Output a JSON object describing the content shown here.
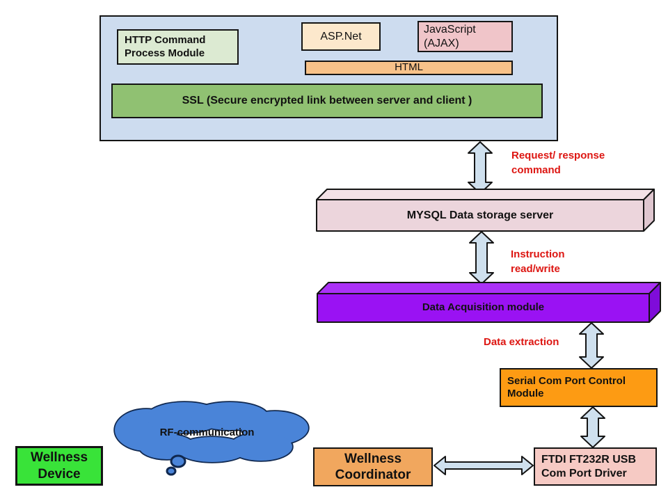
{
  "colors": {
    "container_bg": "#cddcef",
    "http_bg": "#dcead2",
    "asp_bg": "#fce8cc",
    "js_bg": "#f0c5c9",
    "html_bg": "#f8c289",
    "ssl_bg": "#90c172",
    "mysql_front": "#ecd5dc",
    "purple_front": "#9a12f3",
    "serial_bg": "#fd9b13",
    "ftdi_bg": "#f6cac4",
    "coordinator_bg": "#f1a75e",
    "device_bg": "#39e339",
    "cloud_fill": "#4a84d8",
    "arrow_fill": "#cfe0ee",
    "label_red": "#dd1612"
  },
  "web_server_stack": {
    "http_module": "HTTP Command\nProcess Module",
    "asp_net": "ASP.Net",
    "javascript": "JavaScript\n(AJAX)",
    "html_layer": "HTML",
    "ssl_layer": "SSL (Secure encrypted link between server and client )"
  },
  "nodes": {
    "mysql": "MYSQL Data storage server",
    "data_acquisition": "Data Acquisition module",
    "serial_module": "Serial Com Port Control\nModule",
    "ftdi_driver": "FTDI FT232R USB\nCom Port Driver",
    "wellness_coordinator": "Wellness\nCoordinator",
    "wellness_device": "Wellness\nDevice",
    "rf_cloud": "RF-communication"
  },
  "edge_labels": {
    "request_response": "Request/ response\ncommand",
    "instruction": "Instruction\nread/write",
    "data_extraction": "Data extraction"
  }
}
